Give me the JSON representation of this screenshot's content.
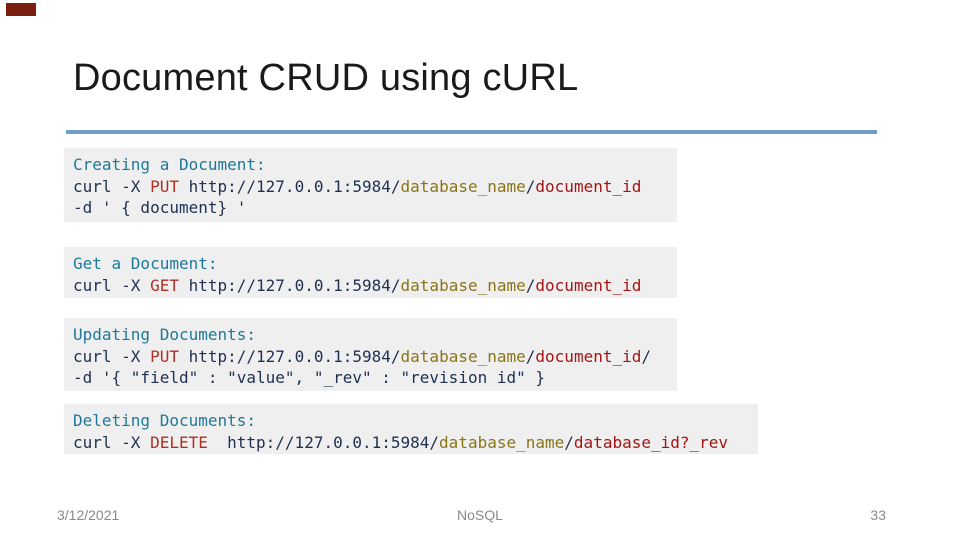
{
  "slide": {
    "title": "Document CRUD using cURL",
    "footer": {
      "date": "3/12/2021",
      "center": "NoSQL",
      "page": "33"
    },
    "colors": {
      "title_text": "#1A1A1A",
      "rule_blue": "#6F9FC7",
      "corner_red": "#7A1E10",
      "code_background": "#EFEFEF",
      "footer_gray": "#8A8A8A"
    },
    "token_colors": {
      "heading": "#1F7899",
      "plain": "#1F3050",
      "method": "#B03025",
      "db": "#8A7418",
      "id": "#A31515"
    },
    "code_blocks": [
      {
        "name": "creating-a-document",
        "lines": [
          {
            "segments": [
              {
                "text": "Creating a Document:",
                "color": "heading"
              }
            ]
          },
          {
            "segments": [
              {
                "text": "curl -X ",
                "color": "plain"
              },
              {
                "text": "PUT",
                "color": "method"
              },
              {
                "text": " http://127.0.0.1:5984/",
                "color": "plain"
              },
              {
                "text": "database_name",
                "color": "db"
              },
              {
                "text": "/",
                "color": "plain"
              },
              {
                "text": "document_id",
                "color": "id"
              }
            ]
          },
          {
            "segments": [
              {
                "text": "-d ' { document} '",
                "color": "plain"
              }
            ]
          }
        ]
      },
      {
        "name": "get-a-document",
        "lines": [
          {
            "segments": [
              {
                "text": "Get a Document:",
                "color": "heading"
              }
            ]
          },
          {
            "segments": [
              {
                "text": "curl -X ",
                "color": "plain"
              },
              {
                "text": "GET",
                "color": "method"
              },
              {
                "text": " http://127.0.0.1:5984/",
                "color": "plain"
              },
              {
                "text": "database_name",
                "color": "db"
              },
              {
                "text": "/",
                "color": "plain"
              },
              {
                "text": "document_id",
                "color": "id"
              }
            ]
          }
        ]
      },
      {
        "name": "updating-documents",
        "lines": [
          {
            "segments": [
              {
                "text": "Updating Documents:",
                "color": "heading"
              }
            ]
          },
          {
            "segments": [
              {
                "text": "curl -X ",
                "color": "plain"
              },
              {
                "text": "PUT",
                "color": "method"
              },
              {
                "text": " http://127.0.0.1:5984/",
                "color": "plain"
              },
              {
                "text": "database_name",
                "color": "db"
              },
              {
                "text": "/",
                "color": "plain"
              },
              {
                "text": "document_id",
                "color": "id"
              },
              {
                "text": "/",
                "color": "plain"
              }
            ]
          },
          {
            "segments": [
              {
                "text": "-d '{ \"field\" : \"value\", \"_rev\" : \"revision id\" }",
                "color": "plain"
              }
            ]
          }
        ]
      },
      {
        "name": "deleting-documents",
        "lines": [
          {
            "segments": [
              {
                "text": "Deleting Documents:",
                "color": "heading"
              }
            ]
          },
          {
            "segments": [
              {
                "text": "curl -X ",
                "color": "plain"
              },
              {
                "text": "DELETE",
                "color": "method"
              },
              {
                "text": "  http://127.0.0.1:5984/",
                "color": "plain"
              },
              {
                "text": "database_name",
                "color": "db"
              },
              {
                "text": "/",
                "color": "plain"
              },
              {
                "text": "database_id?_rev",
                "color": "id"
              }
            ]
          }
        ]
      }
    ]
  }
}
